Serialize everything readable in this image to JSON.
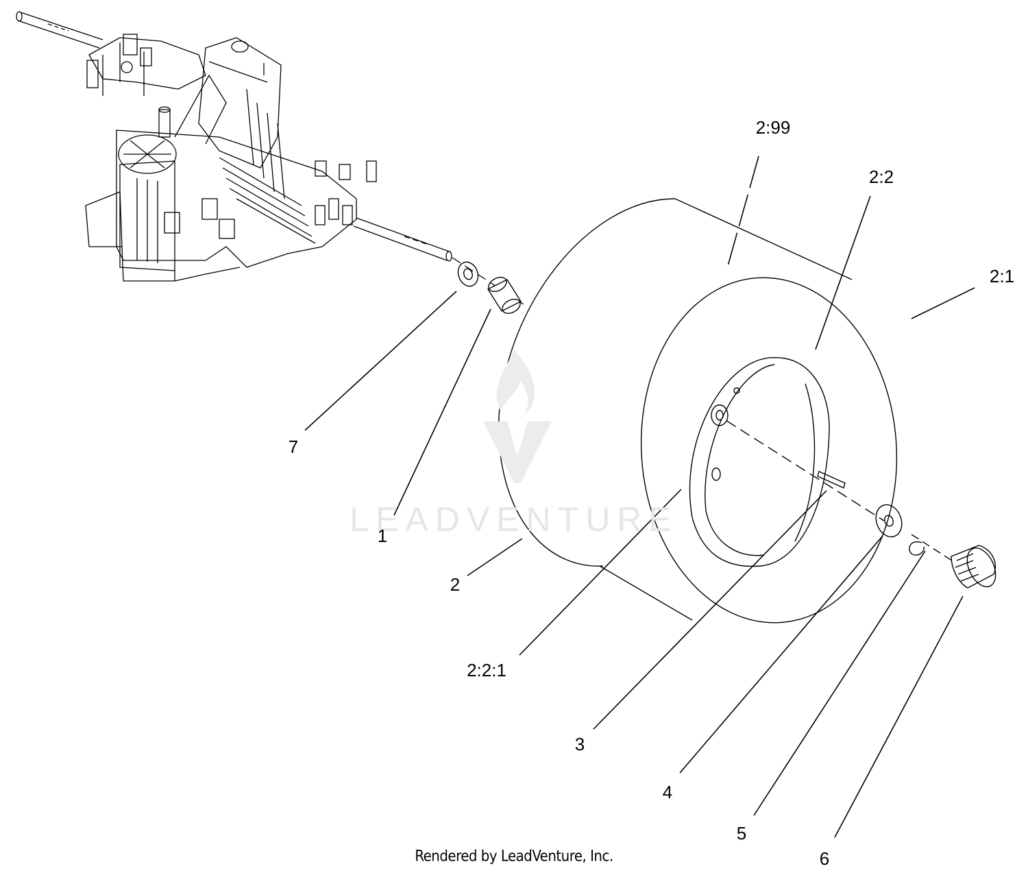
{
  "callouts": [
    {
      "id": "7",
      "text": "7"
    },
    {
      "id": "1",
      "text": "1"
    },
    {
      "id": "2",
      "text": "2"
    },
    {
      "id": "2:99",
      "text": "2:99"
    },
    {
      "id": "2:2",
      "text": "2:2"
    },
    {
      "id": "2:1",
      "text": "2:1"
    },
    {
      "id": "2:2:1",
      "text": "2:2:1"
    },
    {
      "id": "3",
      "text": "3"
    },
    {
      "id": "4",
      "text": "4"
    },
    {
      "id": "5",
      "text": "5"
    },
    {
      "id": "6",
      "text": "6"
    }
  ],
  "watermark": {
    "text": "LEADVENTURE"
  },
  "footer": {
    "text": "Rendered by LeadVenture, Inc."
  }
}
